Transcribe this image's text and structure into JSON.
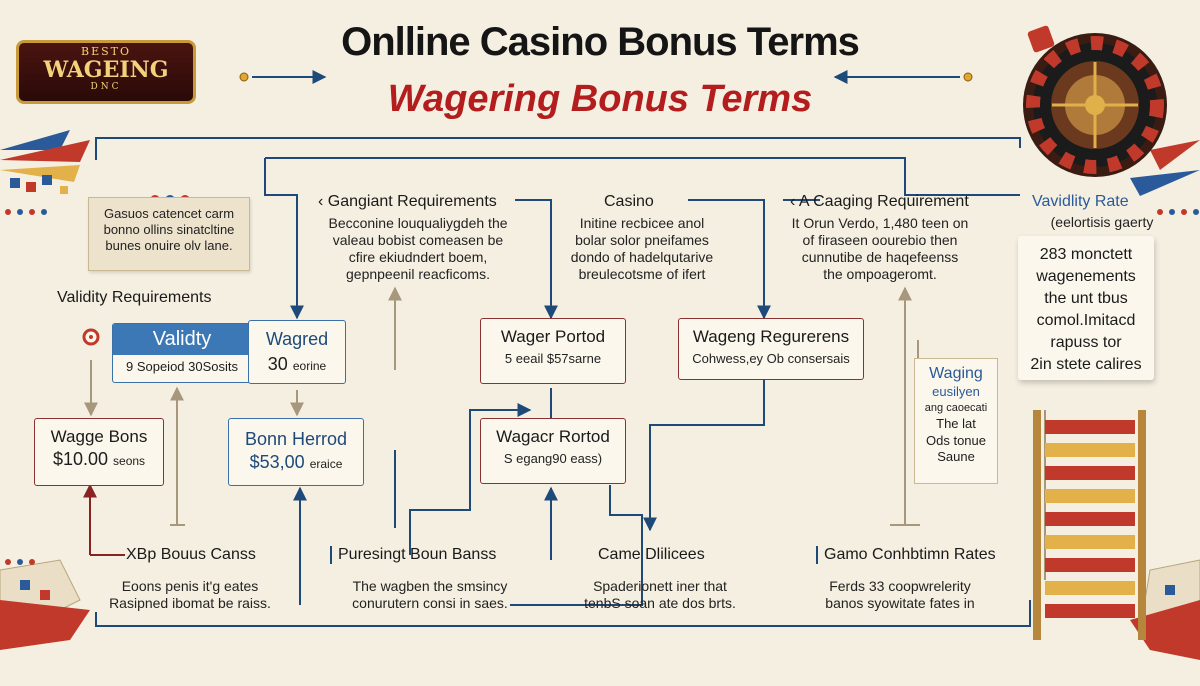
{
  "title": "Onlline Casino Bonus Terms",
  "subtitle": "Wagering Bonus Terms",
  "logo": {
    "top": "BESTO",
    "main": "WAGEING",
    "bottom": "DNC"
  },
  "headings": {
    "gangiant": "Gangiant Requirements",
    "casino": "Casino",
    "caging": "A Caaging Requirement",
    "vavidlity": "Vavidlity Rate",
    "validity_req": "Validity Requirements",
    "xbp": "XBp Bouus Canss",
    "pursing": "Puresingt Boun Banss",
    "came": "Came Dlilicees",
    "gamo": "Gamo Conhbtimn Rates"
  },
  "paras": {
    "gangiant": [
      "Becconine louqualiygdeh the",
      "valeau bobist comeasen be",
      "cfire ekiudndert boem,",
      "gepnpeenil reacficoms."
    ],
    "casino": [
      "Initine recbicee anol",
      "bolar solor pneifames",
      "dondo of hadelqutarive",
      "breulecotsme of ifert"
    ],
    "caging": [
      "It Orun Verdo, 1,480 teen on",
      "of firaseen oourebio then",
      "cunnutibe de haqefeenss",
      "the ompoageromt."
    ],
    "vavidlity": "(eelortisis gaerty",
    "xbp": [
      "Eoons penis it'g eates",
      "Rasipned ibomat be raiss."
    ],
    "pursing": [
      "The wagben the smsincy",
      "conurutern consi in saes."
    ],
    "came": [
      "Spaderionett iner that",
      "tenbS soan ate dos brts."
    ],
    "gamo": [
      "Ferds 33 coopwrelerity",
      "banos syowitate fates in"
    ]
  },
  "note": [
    "Gasuos catencet carm",
    "bonno ollins sinatcltine",
    "bunes onuire olv lane."
  ],
  "boxes": {
    "wagge_bons": {
      "title": "Wagge Bons",
      "value": "$10.00",
      "unit": "seons"
    },
    "bonn_herrod": {
      "title": "Bonn Herrod",
      "value": "$53,00",
      "unit": "eraice"
    },
    "wagred": {
      "title": "Wagred",
      "value": "30",
      "unit": "eorine"
    },
    "wager_portod": {
      "title": "Wager Portod",
      "sub": "5 eeail $57sarne"
    },
    "wagacr_rortod": {
      "title": "Wagacr Rortod",
      "sub": "S egang90 eass)"
    },
    "wageng_req": {
      "title": "Wageng Regurerens",
      "sub": "Cohwess,ey Ob consersais"
    }
  },
  "validity": {
    "header": "Validty",
    "sub": "9 Sopeiod 30Sosits"
  },
  "waging_card": {
    "title": "Waging",
    "lines": [
      "eusilyen",
      "ang caoecati",
      "The lat",
      "Ods tonue",
      "Saune"
    ]
  },
  "side_card": [
    "283 monctett",
    "wagenements",
    "the unt tbus",
    "comol.Imitacd",
    "rapuss tor",
    "2in stete calires"
  ],
  "colors": {
    "background": "#f5efe1",
    "title": "#151515",
    "subtitle": "#b31d1d",
    "arrow_blue": "#1e4a7a",
    "arrow_taupe": "#a6977d",
    "box_border": "#8a3232",
    "validity_blue": "#3c78b5",
    "heading_blue": "#2a5a9a"
  }
}
